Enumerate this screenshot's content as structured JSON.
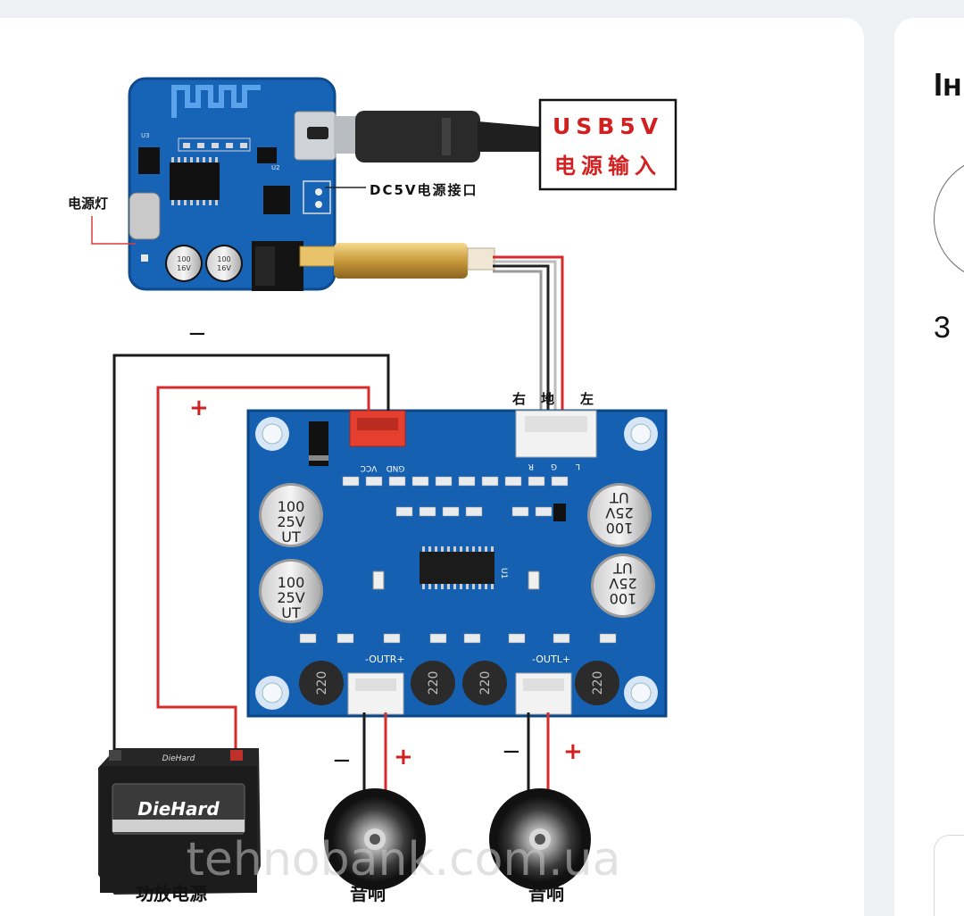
{
  "header": {
    "crumb": ""
  },
  "side_panel": {
    "title": "Ін",
    "count": "3"
  },
  "photo": {
    "labels": {
      "usb_line1": "USB5V",
      "usb_line2": "电源输入",
      "dc_port": "DC5V电源接口",
      "power_led": "电源灯",
      "right": "右",
      "ground": "地",
      "left": "左",
      "minus": "−",
      "plus": "+",
      "amp_power": "功放电源",
      "speaker": "音响"
    },
    "pcb": {
      "vcc": "VCC",
      "gnd": "GND",
      "r": "R",
      "g": "G",
      "l": "L",
      "cap_value": "100",
      "cap_voltage": "25V",
      "cap_suffix": "UT",
      "small_cap_value": "100",
      "small_cap_voltage": "16V",
      "inductor": "220",
      "outr": "-OUTR+",
      "outl": "-OUTL+",
      "u1": "U1",
      "u2": "U2",
      "u3": "U3"
    },
    "battery": {
      "brand": "DieHard",
      "lid_brand": "DieHard"
    },
    "watermark": "tehnobank.com.ua"
  },
  "colors": {
    "pcb_blue": "#1560b0",
    "wire_red": "#d72a2a",
    "wire_black": "#1a1a1a",
    "label_red": "#d21f1f"
  }
}
